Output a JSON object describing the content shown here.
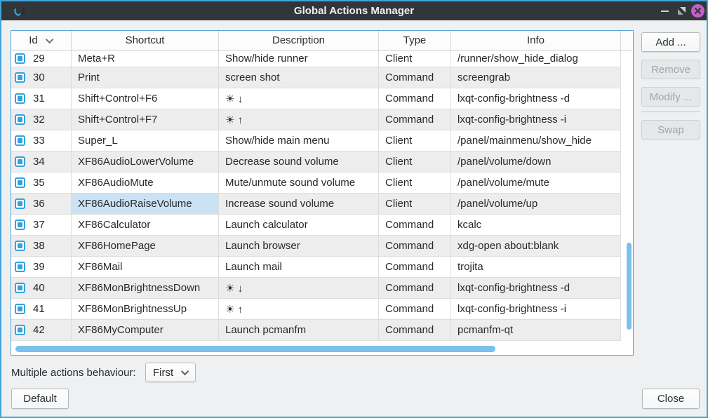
{
  "window": {
    "title": "Global Actions Manager",
    "icons": {
      "app": "circular-arrow",
      "minimize": "dash",
      "restore": "overlapping-windows",
      "close": "x-in-magenta-circle"
    }
  },
  "colors": {
    "accent": "#3daee9",
    "titlebar_bg": "#31363b",
    "window_border": "#44a2da",
    "close_button": "#c45fc7",
    "selected_cell": "#cbe2f4",
    "scrollbar_thumb": "#79c1ec",
    "alt_row": "#ededee"
  },
  "table": {
    "columns": {
      "id": "Id",
      "shortcut": "Shortcut",
      "description": "Description",
      "type": "Type",
      "info": "Info"
    },
    "sorted_column": "id",
    "rows": [
      {
        "id": "29",
        "checked": true,
        "shortcut": "Meta+R",
        "description": "Show/hide runner",
        "type": "Client",
        "info": "/runner/show_hide_dialog"
      },
      {
        "id": "30",
        "checked": true,
        "shortcut": "Print",
        "description": "screen shot",
        "type": "Command",
        "info": "screengrab"
      },
      {
        "id": "31",
        "checked": true,
        "shortcut": "Shift+Control+F6",
        "description": "☀ ↓",
        "type": "Command",
        "info": "lxqt-config-brightness -d"
      },
      {
        "id": "32",
        "checked": true,
        "shortcut": "Shift+Control+F7",
        "description": "☀ ↑",
        "type": "Command",
        "info": "lxqt-config-brightness -i"
      },
      {
        "id": "33",
        "checked": true,
        "shortcut": "Super_L",
        "description": "Show/hide main menu",
        "type": "Client",
        "info": "/panel/mainmenu/show_hide"
      },
      {
        "id": "34",
        "checked": true,
        "shortcut": "XF86AudioLowerVolume",
        "description": "Decrease sound volume",
        "type": "Client",
        "info": "/panel/volume/down"
      },
      {
        "id": "35",
        "checked": true,
        "shortcut": "XF86AudioMute",
        "description": "Mute/unmute sound volume",
        "type": "Client",
        "info": "/panel/volume/mute"
      },
      {
        "id": "36",
        "checked": true,
        "shortcut": "XF86AudioRaiseVolume",
        "description": "Increase sound volume",
        "type": "Client",
        "info": "/panel/volume/up",
        "highlighted": "shortcut"
      },
      {
        "id": "37",
        "checked": true,
        "shortcut": "XF86Calculator",
        "description": "Launch calculator",
        "type": "Command",
        "info": "kcalc"
      },
      {
        "id": "38",
        "checked": true,
        "shortcut": "XF86HomePage",
        "description": "Launch browser",
        "type": "Command",
        "info": "xdg-open about:blank"
      },
      {
        "id": "39",
        "checked": true,
        "shortcut": "XF86Mail",
        "description": "Launch mail",
        "type": "Command",
        "info": "trojita"
      },
      {
        "id": "40",
        "checked": true,
        "shortcut": "XF86MonBrightnessDown",
        "description": "☀ ↓",
        "type": "Command",
        "info": "lxqt-config-brightness -d"
      },
      {
        "id": "41",
        "checked": true,
        "shortcut": "XF86MonBrightnessUp",
        "description": "☀ ↑",
        "type": "Command",
        "info": "lxqt-config-brightness -i"
      },
      {
        "id": "42",
        "checked": true,
        "shortcut": "XF86MyComputer",
        "description": "Launch pcmanfm",
        "type": "Command",
        "info": "pcmanfm-qt"
      }
    ]
  },
  "side_buttons": {
    "add": {
      "label": "Add ...",
      "enabled": true
    },
    "remove": {
      "label": "Remove",
      "enabled": false
    },
    "modify": {
      "label": "Modify ...",
      "enabled": false
    },
    "swap": {
      "label": "Swap",
      "enabled": false
    }
  },
  "footer": {
    "behaviour_label": "Multiple actions behaviour:",
    "behaviour_value": "First",
    "default_label": "Default",
    "close_label": "Close"
  }
}
